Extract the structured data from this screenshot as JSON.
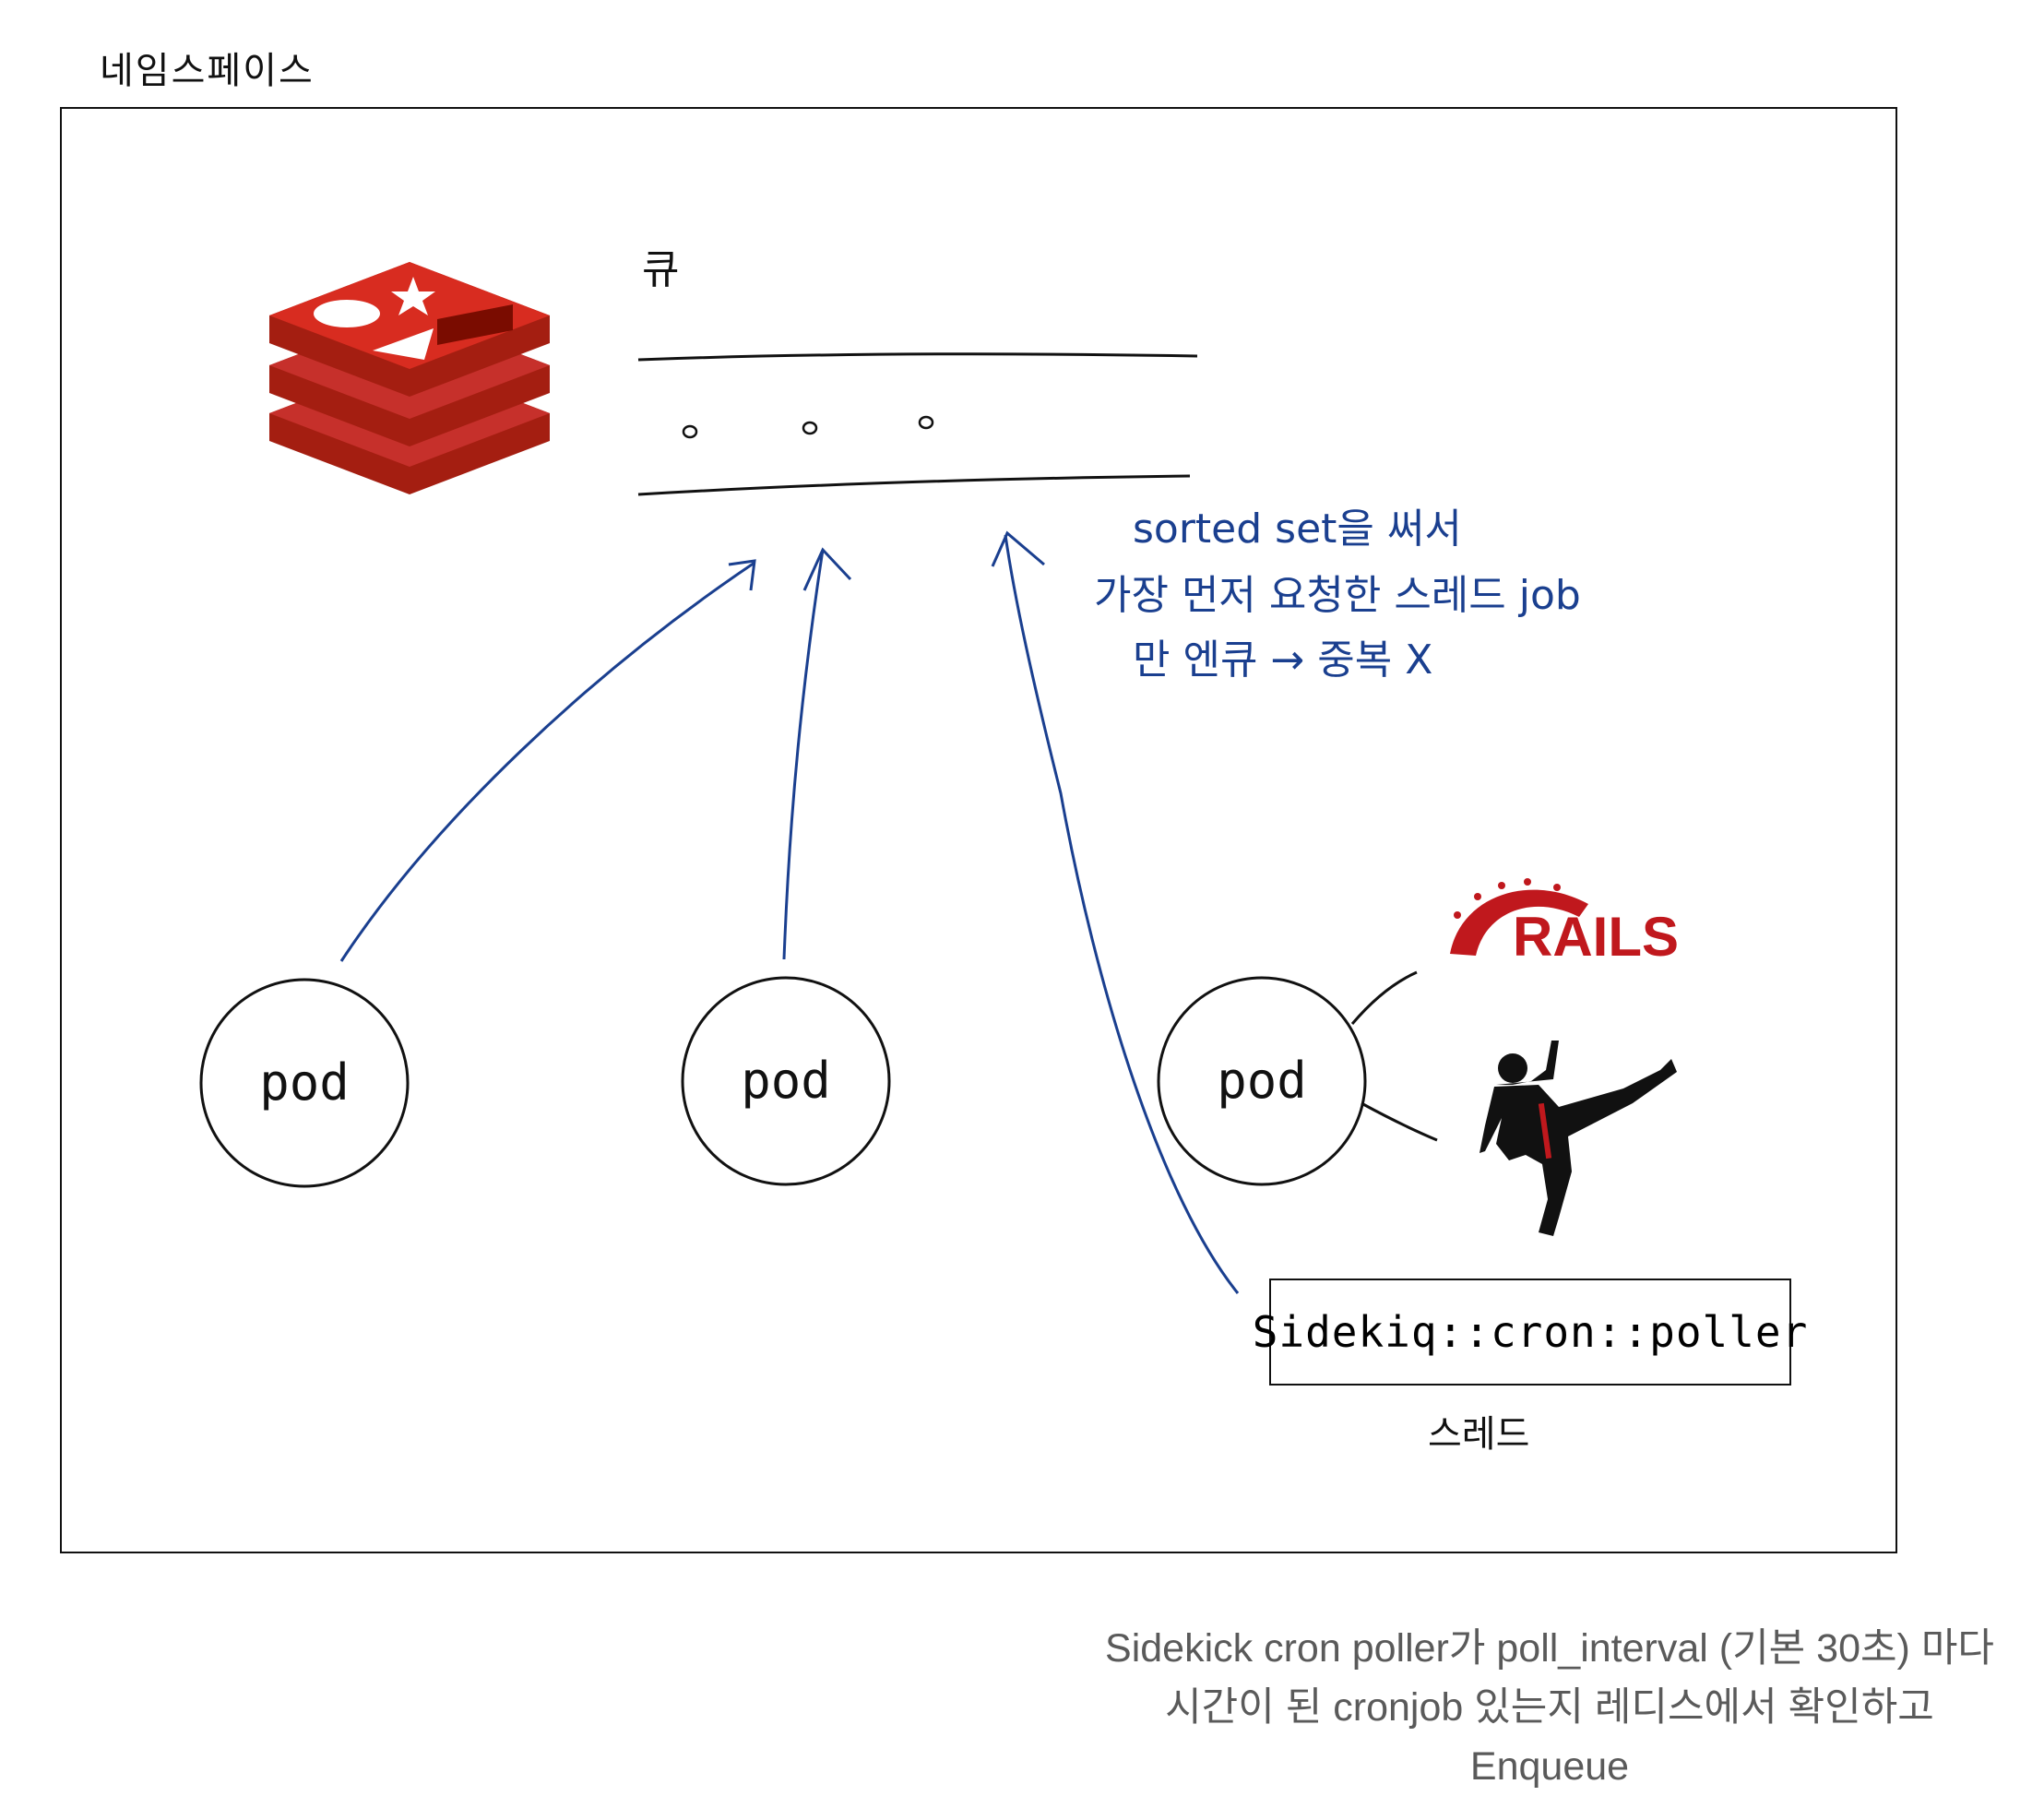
{
  "namespace": {
    "label": "네임스페이스"
  },
  "queue": {
    "label": "큐",
    "items": [
      "o",
      "o",
      "o"
    ]
  },
  "note": {
    "lines": [
      "sorted set을 써서",
      "가장 먼저 요청한 스레드 job",
      "만 엔큐 → 중복 X"
    ],
    "color": "#1a3f8f"
  },
  "pods": [
    {
      "label": "pod"
    },
    {
      "label": "pod"
    },
    {
      "label": "pod"
    }
  ],
  "poller": {
    "label": "Sidekiq::cron::poller",
    "sublabel": "스레드"
  },
  "logos": {
    "redis": "redis-logo",
    "rails": "RAILS",
    "sidekiq": "sidekiq-kicker-logo"
  },
  "caption": {
    "lines": [
      "Sidekick cron poller가 poll_interval (기본 30초) 마다",
      "시간이 된 cronjob 있는지 레디스에서 확인하고",
      "Enqueue"
    ]
  },
  "colors": {
    "redis_red": "#c6302b",
    "rails_red": "#c0181d",
    "arrow_blue": "#1a3f8f",
    "caption_gray": "#5a5a5a"
  }
}
